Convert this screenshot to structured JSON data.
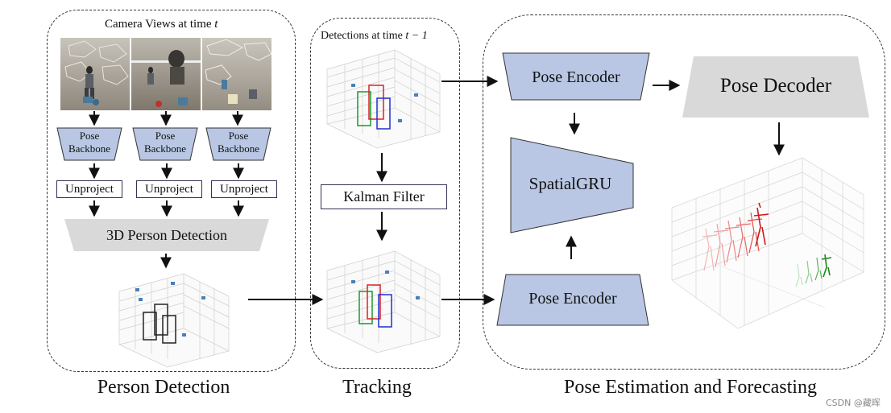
{
  "panels": {
    "detection": {
      "title": "Person Detection",
      "camera_caption": "Camera Views at time",
      "camera_caption_var": "t"
    },
    "tracking": {
      "title": "Tracking",
      "detections_caption": "Detections at time",
      "detections_caption_var": "t − 1"
    },
    "forecasting": {
      "title": "Pose Estimation and Forecasting"
    }
  },
  "nodes": {
    "pose_backbone": [
      "Pose",
      "Backbone"
    ],
    "unproject": "Unproject",
    "person_detection_3d": "3D Person Detection",
    "kalman_filter": "Kalman Filter",
    "pose_encoder_top": "Pose Encoder",
    "pose_encoder_bottom": "Pose Encoder",
    "spatial_gru": "SpatialGRU",
    "pose_decoder": "Pose Decoder"
  },
  "colors": {
    "blue_block": "#b9c7e4",
    "gray_block": "#d9d9d9",
    "box_red": "#e02020",
    "box_green": "#1a9a2a",
    "box_blue": "#2030d0",
    "box_black": "#222222"
  },
  "watermark": "CSDN @藏晖"
}
